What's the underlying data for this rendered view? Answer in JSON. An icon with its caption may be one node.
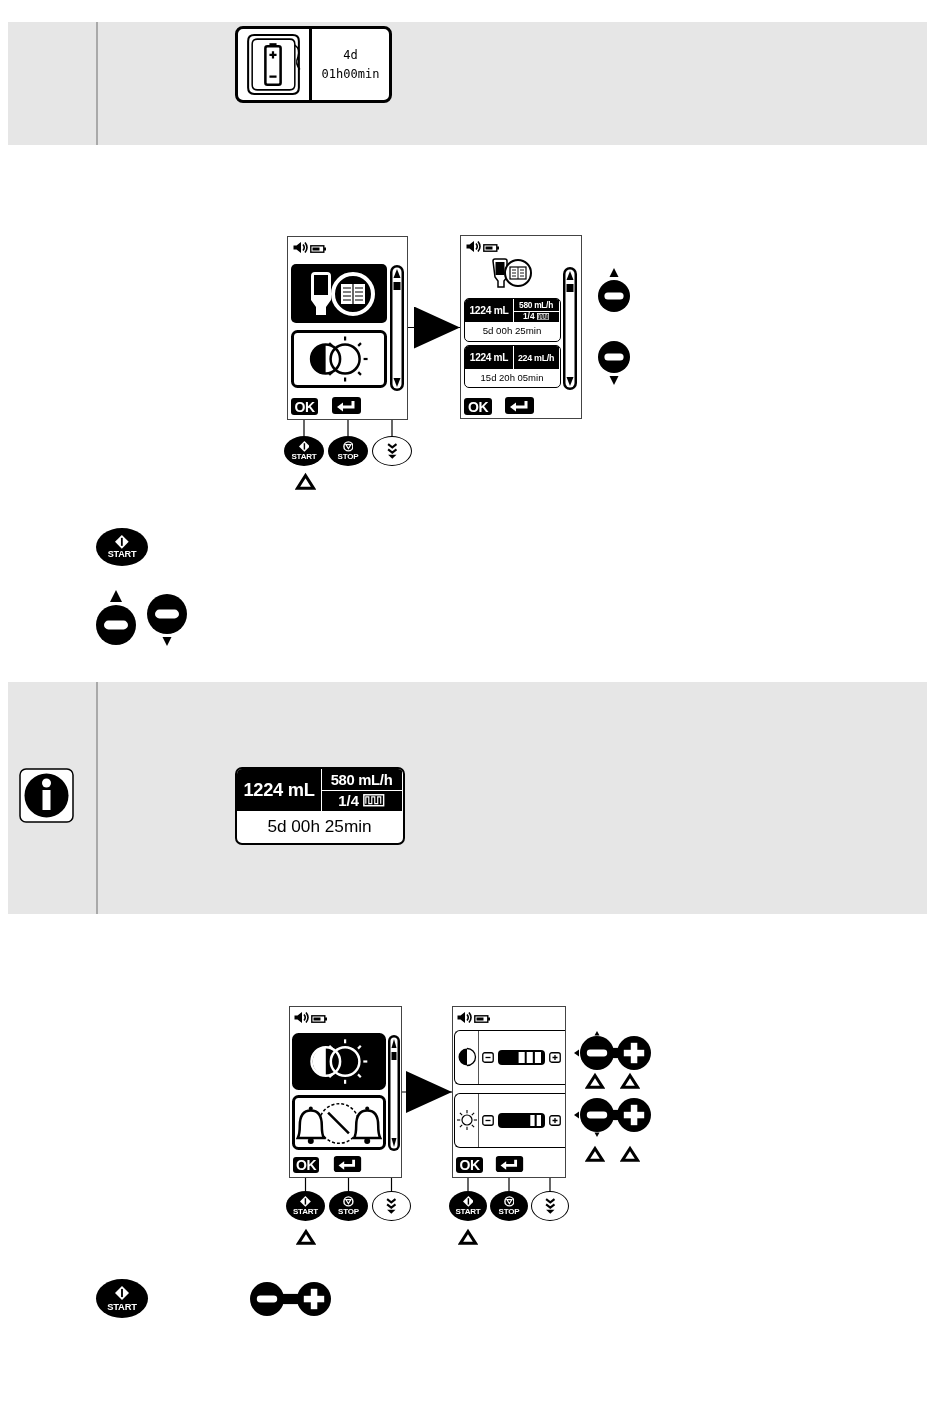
{
  "diagram": {
    "nodes": [
      {
        "text": [],
        "shape": "band"
      },
      {
        "text": [
          "4d",
          "01h00min"
        ],
        "in": 0
      },
      {
        "text": [],
        "shape": "box"
      },
      {
        "text": [
          "OK"
        ],
        "in": 2
      },
      {
        "text": [],
        "shape": "box"
      },
      {
        "text": [
          "1224 mL",
          "580 mL/h",
          "1/4",
          "5d 00h 25min"
        ],
        "in": 4
      },
      {
        "text": [
          "1224 mL",
          "224 mL/h",
          "15d 20h 05min"
        ],
        "in": 4
      },
      {
        "text": [
          "OK"
        ],
        "in": 4
      },
      {
        "text": [
          "START"
        ]
      },
      {
        "text": [
          "STOP"
        ]
      },
      {
        "text": [],
        "shape": "ellipse"
      },
      {
        "text": [
          "START"
        ]
      },
      {
        "text": [],
        "shape": "band"
      },
      {
        "text": [
          "1224 mL",
          "580 mL/h",
          "1/4",
          "5d 00h 25min"
        ],
        "in": 12
      },
      {
        "text": [],
        "shape": "box"
      },
      {
        "text": [
          "OK"
        ],
        "in": 14
      },
      {
        "text": [],
        "shape": "box"
      },
      {
        "text": [
          "OK"
        ],
        "in": 16
      },
      {
        "text": [
          "START"
        ]
      },
      {
        "text": [
          "STOP"
        ]
      },
      {
        "text": [],
        "shape": "ellipse"
      },
      {
        "text": [
          "START"
        ]
      },
      {
        "text": [
          "STOP"
        ]
      },
      {
        "text": [],
        "shape": "ellipse"
      },
      {
        "text": [
          "START"
        ]
      }
    ],
    "edges": [
      {
        "from": 2,
        "to": 4,
        "arrow": "to"
      },
      {
        "from": 2,
        "to": 8,
        "arrow": "none"
      },
      {
        "from": 2,
        "to": 9,
        "arrow": "none"
      },
      {
        "from": 2,
        "to": 10,
        "arrow": "none"
      },
      {
        "from": 14,
        "to": 16,
        "arrow": "to"
      },
      {
        "from": 14,
        "to": 18,
        "arrow": "none"
      },
      {
        "from": 14,
        "to": 19,
        "arrow": "none"
      },
      {
        "from": 14,
        "to": 20,
        "arrow": "none"
      },
      {
        "from": 16,
        "to": 21,
        "arrow": "none"
      },
      {
        "from": 16,
        "to": 22,
        "arrow": "none"
      },
      {
        "from": 16,
        "to": 23,
        "arrow": "none"
      }
    ]
  }
}
